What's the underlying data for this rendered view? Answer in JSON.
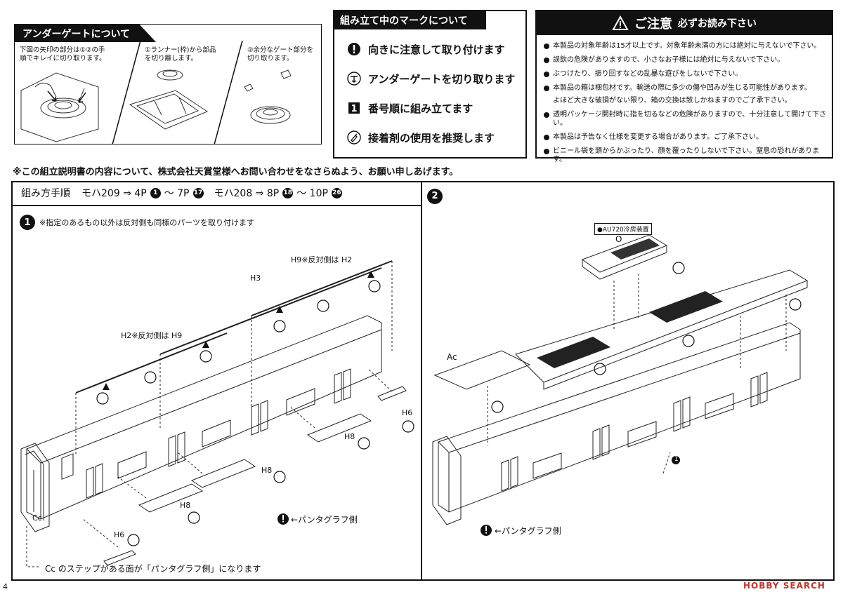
{
  "under_gate": {
    "title": "アンダーゲートについて",
    "panel1": "下図の矢印の部分は①②の手順でキレイに切り取ります。",
    "panel2": "①ランナー(枠)から部品を切り離します。",
    "panel3": "②余分なゲート部分を切り取ります。"
  },
  "marks": {
    "title": "組み立て中のマークについて",
    "items": [
      {
        "icon": "exclamation-icon",
        "text": "向きに注意して取り付けます"
      },
      {
        "icon": "under-gate-cut-icon",
        "text": "アンダーゲートを切り取ります"
      },
      {
        "icon": "number-one-icon",
        "text": "番号順に組み立てます"
      },
      {
        "icon": "glue-icon",
        "text": "接着剤の使用を推奨します"
      }
    ]
  },
  "caution": {
    "title": "ご注意",
    "subtitle": "必ずお読み下さい",
    "items": [
      "本製品の対象年齢は15才以上です。対象年齢未満の方には絶対に与えないで下さい。",
      "誤飲の危険がありますので、小さなお子様には絶対に与えないで下さい。",
      "ぶつけたり、振り回すなどの乱暴な遊びをしないで下さい。",
      "本製品の箱は梱包材です。輸送の際に多少の傷や凹みが生じる可能性があります。",
      "よほど大きな破損がない限り、箱の交換は致しかねますのでご了承下さい。",
      "透明パッケージ開封時に指を切るなどの危険がありますので、十分注意して開けて下さい。",
      "本製品は予告なく仕様を変更する場合があります。ご了承下さい。",
      "ビニール袋を頭からかぶったり、顔を覆ったりしないで下さい。窒息の恐れがあります。"
    ]
  },
  "inquiry_notice": "※この組立説明書の内容について、株式会社天賞堂様へお問い合わせをなさらぬよう、お願い申しあげます。",
  "procedure": {
    "prefix": "組み方手順",
    "moha209": "モハ209 ⇒ 4P",
    "moha209_from": "1",
    "tilde": "〜 7P",
    "moha209_to": "17",
    "moha208": "モハ208 ⇒ 8P",
    "moha208_from": "18",
    "tilde2": "〜 10P",
    "moha208_to": "26"
  },
  "step1": {
    "number": "1",
    "note": "※指定のあるもの以外は反対側も同様のパーツを取り付けます",
    "labels": {
      "h9": "H9※反対側は H2",
      "h3": "H3",
      "h2": "H2※反対側は H9",
      "h6_right": "H6",
      "h8_a": "H8",
      "h8_b": "H8",
      "h8_c": "H8",
      "h6_left": "H6",
      "cc": "Cc",
      "pantograph": "←パンタグラフ側"
    },
    "footnote": "Cc のステップがある面が「パンタグラフ側」になります"
  },
  "step2": {
    "number": "2",
    "labels": {
      "cooler": "●AU720冷房装置",
      "o": "O",
      "ac": "Ac",
      "part1": "1",
      "pantograph": "←パンタグラフ側"
    }
  },
  "page_number": "4",
  "watermark": "HOBBY SEARCH"
}
